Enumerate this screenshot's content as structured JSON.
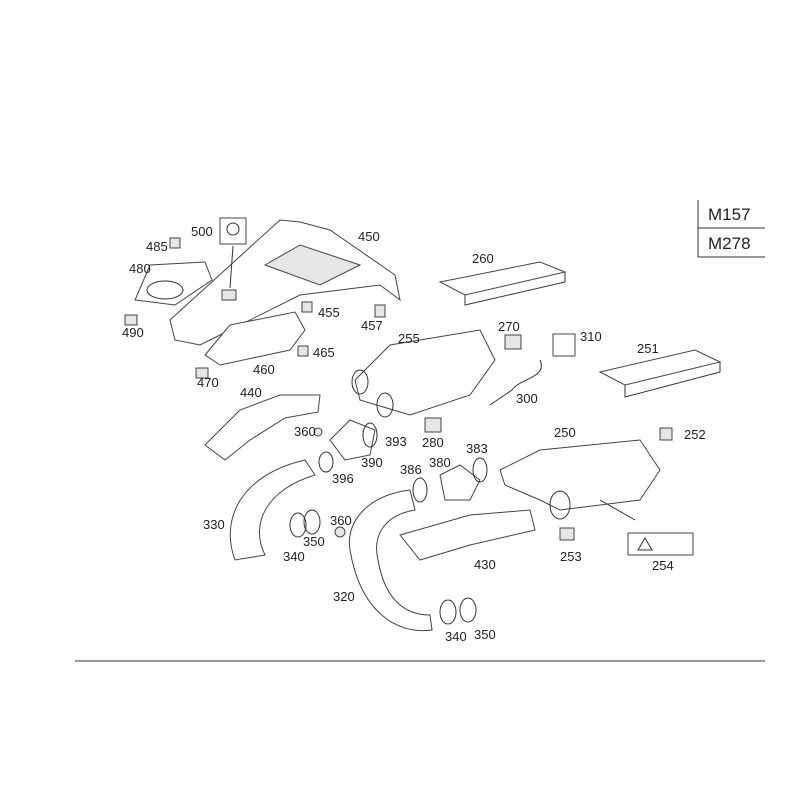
{
  "models": [
    "M157",
    "M278"
  ],
  "callouts": {
    "p500": "500",
    "p485": "485",
    "p450": "450",
    "p480": "480",
    "p490": "490",
    "p260": "260",
    "p455": "455",
    "p457": "457",
    "p465": "465",
    "p255": "255",
    "p270": "270",
    "p310": "310",
    "p251": "251",
    "p460": "460",
    "p470": "470",
    "p440": "440",
    "p300": "300",
    "p360a": "360",
    "p393": "393",
    "p280": "280",
    "p383": "383",
    "p250": "250",
    "p252": "252",
    "p390": "390",
    "p396": "396",
    "p386": "386",
    "p380": "380",
    "p330": "330",
    "p340a": "340",
    "p350a": "350",
    "p360b": "360",
    "p253": "253",
    "p254": "254",
    "p430": "430",
    "p320": "320",
    "p340b": "340",
    "p350b": "350"
  }
}
